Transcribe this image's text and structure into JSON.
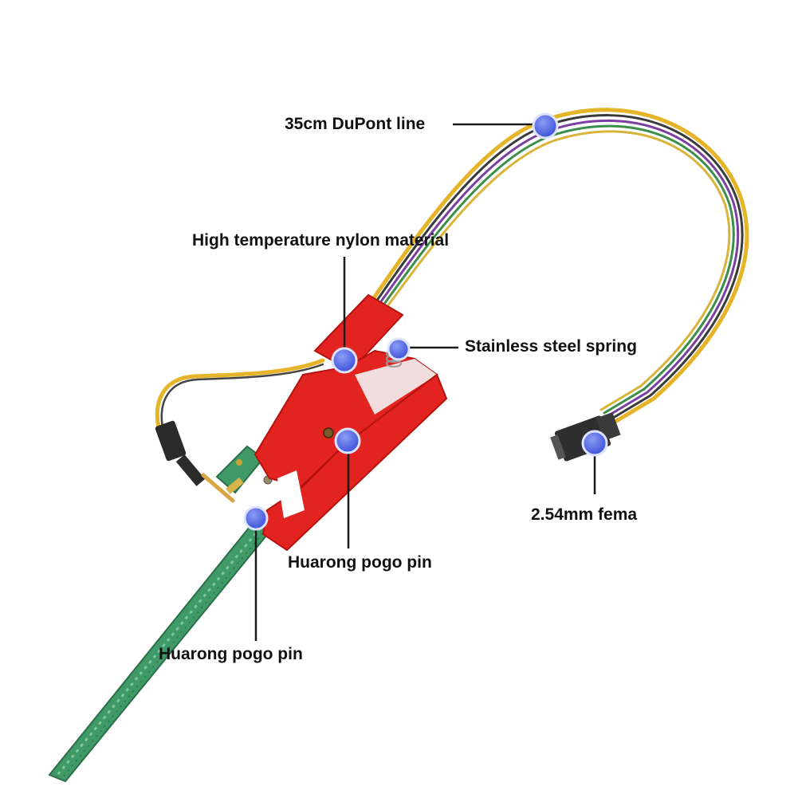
{
  "callouts": {
    "dupont_line": "35cm DuPont line",
    "nylon_material": "High temperature nylon material",
    "steel_spring": "Stainless steel spring",
    "female_connector": "2.54mm fema",
    "pogo_pin_clip": "Huarong pogo pin",
    "pogo_pin_tip": "Huarong pogo pin"
  },
  "colors": {
    "clip_body": "#e3231f",
    "pcb_green": "#3f9a67",
    "wire_yellow": "#e6b428",
    "marker_dot": "#5468e6",
    "leader_line": "#1a1a1a"
  },
  "icons": {
    "marker": "blue-dot-marker"
  }
}
